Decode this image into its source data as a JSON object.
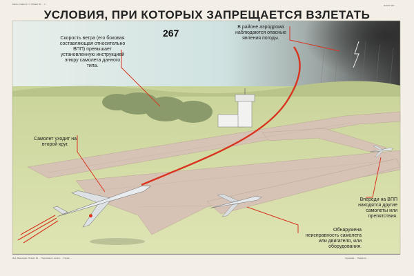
{
  "header": {
    "title": "УСЛОВИЯ, ПРИ КОТОРЫХ ЗАПРЕЩАЕТСЯ ВЗЛЕТАТЬ",
    "poster_number": "267",
    "small_left": "Книга, плакат и т.п. Плакат № … с …",
    "small_right": "Плакат 267"
  },
  "captions": {
    "wind": "Скорость ветра (его боковая составляющая относительно ВПП) превышает установленную инструкцией эпюру самолета данного типа.",
    "weather": "В районе аэродрома наблюдаются опасные явления погоды.",
    "go_around": "Самолет уходит на второй круг.",
    "runway_obstacles": "Впереди на ВПП находятся другие самолеты или препятствия.",
    "malfunction": "Обнаружена неисправность самолета или двигателя, или оборудования."
  },
  "footer": {
    "left_text": "Изд. Воениздат. Плакат № … Подписано к печати … Тираж …",
    "right_text": "Художник … Редактор …"
  },
  "colors": {
    "accent_red": "#d8341f",
    "sky": "#cfe3e3",
    "storm": "#4a4a4a",
    "grass": "#d5dca0",
    "runway": "#d7c3b5"
  }
}
